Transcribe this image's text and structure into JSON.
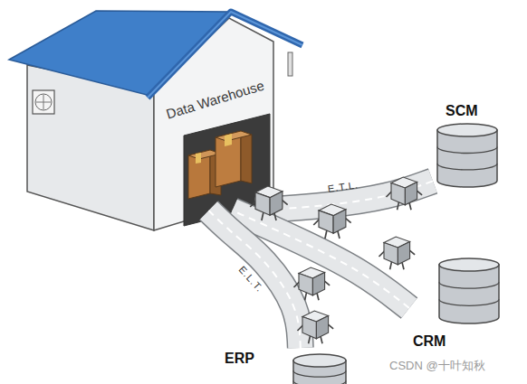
{
  "diagram": {
    "nodes": [
      {
        "text": [
          "Data Warehouse"
        ]
      },
      {
        "text": [
          "SCM"
        ]
      },
      {
        "text": [
          "CRM"
        ]
      },
      {
        "text": [
          "ERP"
        ]
      }
    ],
    "edges": [
      {
        "from": 1,
        "to": 0,
        "arrow": "none",
        "label": "E.T.L."
      },
      {
        "from": 2,
        "to": 0,
        "arrow": "none"
      },
      {
        "from": 3,
        "to": 0,
        "arrow": "none",
        "label": "E.L.T."
      }
    ],
    "labels": [
      "CSDN @十叶知秋"
    ]
  }
}
